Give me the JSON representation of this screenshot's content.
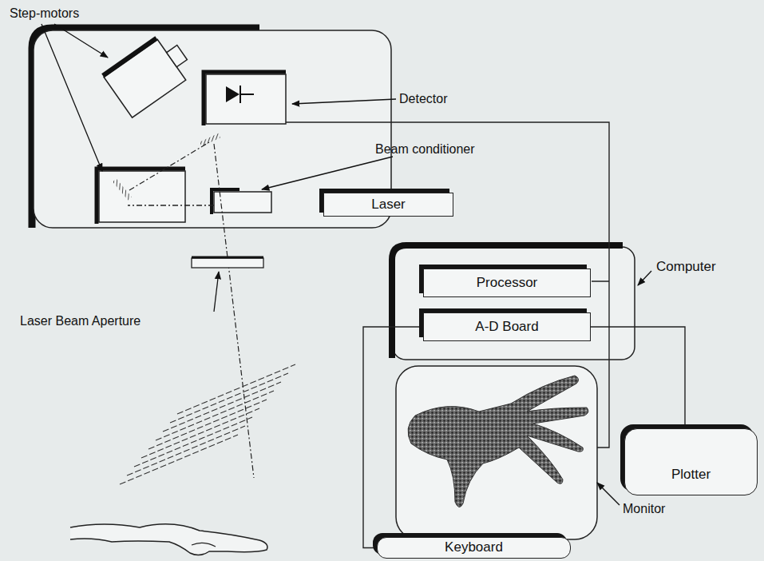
{
  "diagram": {
    "nodes": [
      {
        "text": [
          "Laser"
        ]
      },
      {
        "text": [
          "Computer"
        ]
      },
      {
        "text": [
          "Processor"
        ],
        "in": 1
      },
      {
        "text": [
          "A-D Board"
        ],
        "in": 1
      },
      {
        "text": [
          "Plotter"
        ]
      },
      {
        "text": [
          "Keyboard"
        ]
      }
    ],
    "edges": [
      {
        "from": 3,
        "to": 4,
        "arrow": "none"
      },
      {
        "from": 3,
        "to": 5,
        "arrow": "none"
      }
    ],
    "labels": [
      "Step-motors",
      "Detector",
      "Beam conditioner",
      "Laser Beam Aperture",
      "Monitor"
    ]
  }
}
